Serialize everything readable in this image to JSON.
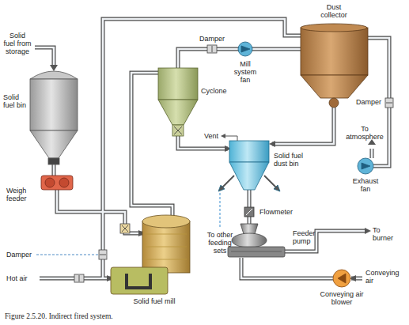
{
  "diagram": {
    "caption": "Figure 2.5.20. Indirect fired system.",
    "labels": [
      "Solid fuel from storage",
      "Solid fuel bin",
      "Damper",
      "Mill system fan",
      "Cyclone",
      "Dust collector",
      "Damper",
      "To atmosphere",
      "Exhaust fan",
      "Vent",
      "Solid fuel dust bin",
      "To other feeding sets",
      "Flowmeter",
      "Feeder pump",
      "To burner",
      "Conveying air",
      "Conveying air blower",
      "Weigh feeder",
      "Damper",
      "Hot air",
      "Solid fuel mill"
    ]
  }
}
